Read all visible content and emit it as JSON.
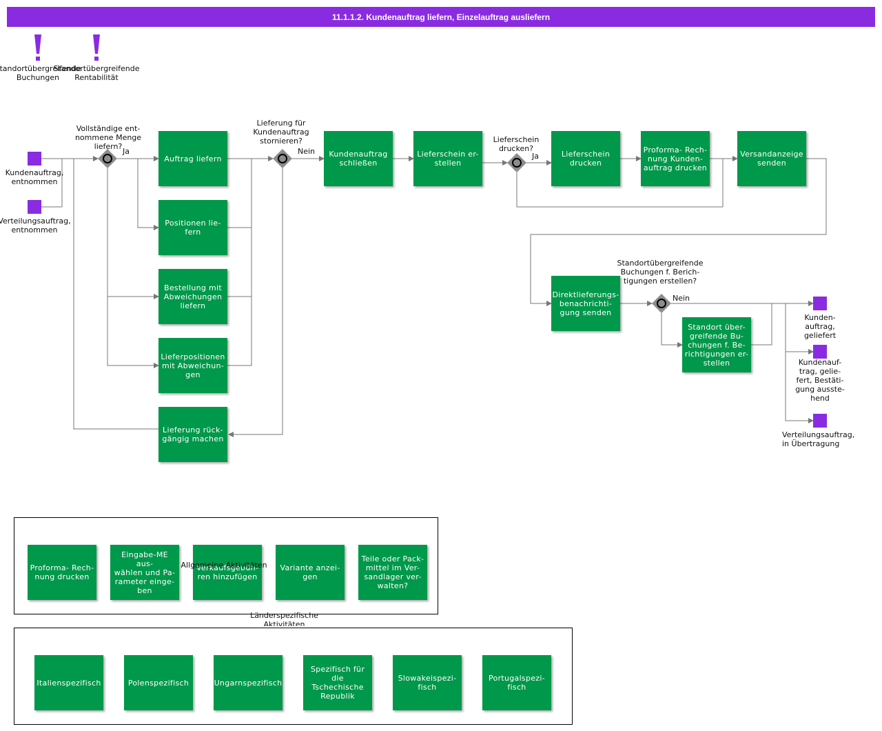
{
  "header": {
    "title": "11.1.1.2. Kundenauftrag liefern, Einzelauftrag ausliefern"
  },
  "colors": {
    "accent": "#8a2be2",
    "task": "#00984a",
    "gateway": "#8c8c8c",
    "line": "#777777"
  },
  "warnings": [
    {
      "label": "Standortübergreifende\nBuchungen"
    },
    {
      "label": "Standortübergreifende\nRentabilität"
    }
  ],
  "events": {
    "start1": "Kundenauftrag,\nentnommen",
    "start2": "Verteilungsauftrag,\nentnommen",
    "end1": "Kunden-\nauftrag,\ngeliefert",
    "end2": "Kundenauf-\ntrag, gelie-\nfert, Bestäti-\ngung ausste-\nhend",
    "end3": "Verteilungsauftrag,\nin        Übertragung"
  },
  "gateways": {
    "g1": {
      "question": "Vollständige ent-\nnommene Menge\nliefern?",
      "yes": "Ja"
    },
    "g2": {
      "question": "Lieferung für\nKundenauftrag\nstornieren?",
      "no": "Nein"
    },
    "g3": {
      "question": "Lieferschein\ndrucken?",
      "yes": "Ja"
    },
    "g4": {
      "question": "Standortübergreifende\nBuchungen f.   Berich-\ntigungen    erstellen?",
      "no": "Nein"
    }
  },
  "tasks": {
    "auftrag_liefern": "Auftrag liefern",
    "positionen_liefern": "Positionen lie-\nfern",
    "bestellung_abw": "Bestellung mit\nAbweichungen\nliefern",
    "lieferpos_abw": "Lieferpositionen\nmit Abweichun-\ngen",
    "lieferung_rueck": "Lieferung rück-\ngängig machen",
    "kundenauftrag_schliessen": "Kundenauftrag\nschließen",
    "lieferschein_erstellen": "Lieferschein er-\nstellen",
    "lieferschein_drucken": "Lieferschein\ndrucken",
    "proforma_kunden": "Proforma- Rech-\nnung  Kunden-\nauftrag  drucken",
    "versandanzeige": "Versandanzeige\nsenden",
    "direktlieferung": "Direktlieferungs-\nbenachrichti-\ngung  senden",
    "standort_buchungen": "Standort über-\ngreifende Bu-\nchungen f. Be-\nrichtigungen er-\nstellen"
  },
  "group_general": {
    "title": "Allgemeine Aktivitäten",
    "items": [
      "Proforma- Rech-\nnung drucken",
      "Eingabe-ME aus-\nwählen und Pa-\nrameter einge-\nben",
      "Verkaufsgebüh-\nren hinzufügen",
      "Variante anzei-\ngen",
      "Teile oder Pack-\nmittel im Ver-\nsandlager ver-\nwalten?"
    ]
  },
  "group_country": {
    "title": "Länderspezifische\nAktivitäten",
    "items": [
      "Italienspezifisch",
      "Polenspezifisch",
      "Ungarnspezifisch",
      "Spezifisch für\ndie Tschechische\nRepublik",
      "Slowakeispezi-\nfisch",
      "Portugalspezi-\nfisch"
    ]
  }
}
